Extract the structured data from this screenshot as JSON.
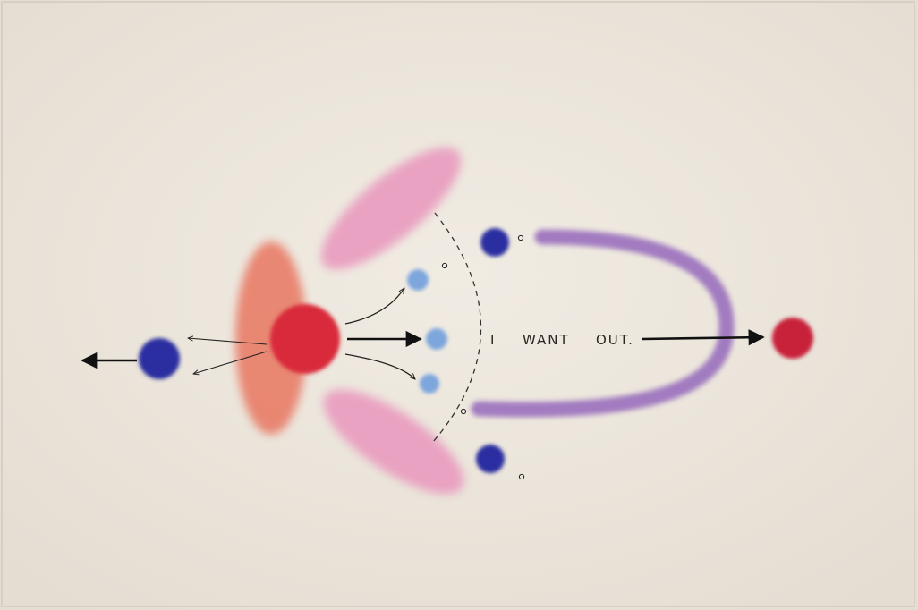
{
  "artwork": {
    "inscription": {
      "i": "I",
      "want": "WANT",
      "out": "OUT."
    },
    "colors": {
      "paper": "#ece6dc",
      "coral_lobe": "#e87f6a",
      "pink_lobes": "#e99bbf",
      "core_red": "#d92a3a",
      "outer_red": "#c8243a",
      "deep_blue": "#2a2fa0",
      "light_blue": "#7da6dd",
      "purple_arc": "#9a6fbd",
      "ink": "#111111"
    }
  }
}
